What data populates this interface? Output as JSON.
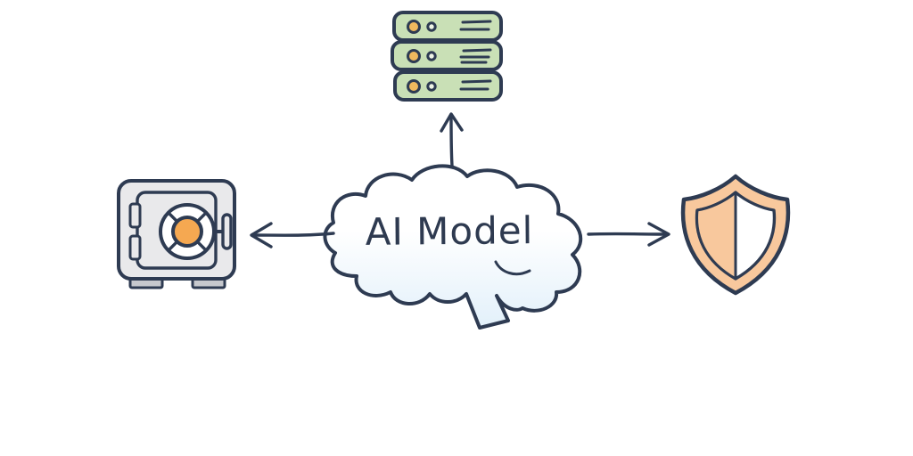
{
  "diagram": {
    "center_label": "AI Model",
    "nodes": [
      {
        "id": "server-stack",
        "icon": "server-stack-icon",
        "position": "top",
        "connected_by": "arrow-up"
      },
      {
        "id": "safe-vault",
        "icon": "safe-icon",
        "position": "left",
        "connected_by": "arrow-left"
      },
      {
        "id": "shield",
        "icon": "shield-icon",
        "position": "right",
        "connected_by": "arrow-right"
      }
    ],
    "colors": {
      "outline": "#2e3b52",
      "text": "#2e3a50",
      "server_green": "#c9e0b6",
      "led_yellow": "#f0b95e",
      "accent_orange": "#f5a851",
      "shield_orange": "#f8c89d",
      "safe_gray": "#e9e9eb",
      "safe_feet_gray": "#c6c8cd",
      "cloud_shade_blue": "#e2f0fa",
      "background": "#ffffff"
    }
  }
}
